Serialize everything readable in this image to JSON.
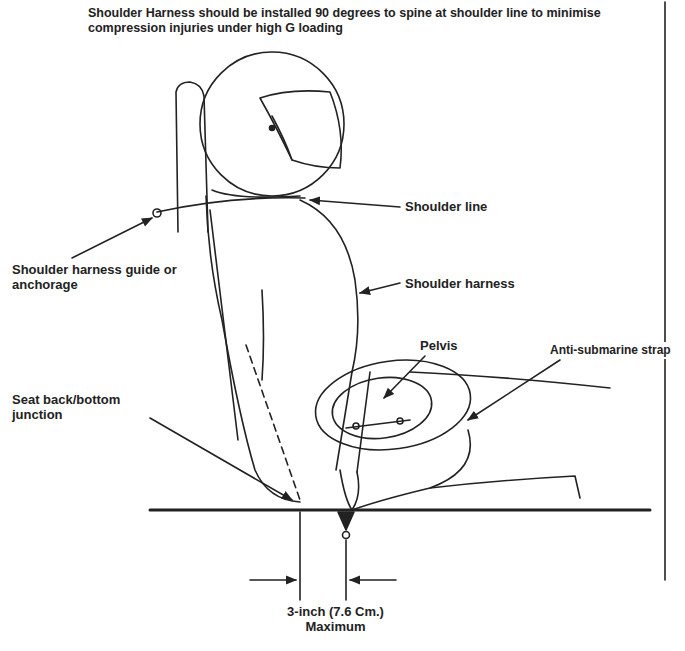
{
  "diagram": {
    "title": "Shoulder Harness should be installed 90 degrees to spine at shoulder line to minimise compression injuries under high G loading",
    "labels": [
      "Shoulder line",
      "Shoulder harness",
      "Pelvis",
      "Anti-submarine strap",
      "Shoulder harness guide or anchorage",
      "Seat back/bottom junction",
      "3-inch (7.6 Cm.) Maximum"
    ]
  }
}
